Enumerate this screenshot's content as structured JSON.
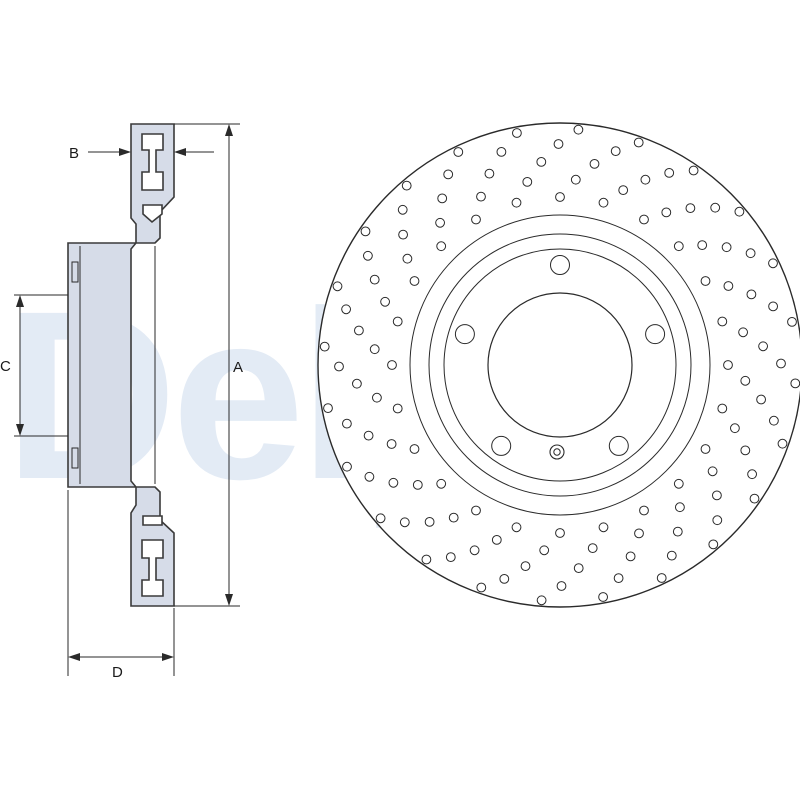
{
  "labels": {
    "a": "A",
    "b": "B",
    "c": "C",
    "d": "D"
  },
  "watermark": {
    "text": "Delphi"
  },
  "disc": {
    "bolt_holes": 5,
    "drill_rows": 5
  },
  "colors": {
    "part_fill": "#d6dce8",
    "line": "#2a2a2a",
    "watermark": "#e3ebf5"
  }
}
